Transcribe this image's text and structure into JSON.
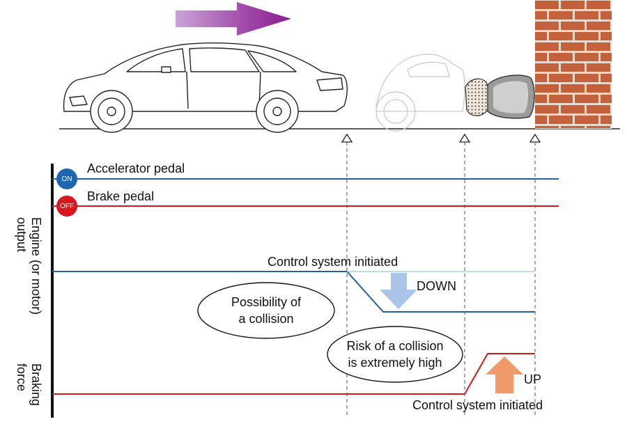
{
  "colors": {
    "accelerator_line": "#1f5fa6",
    "brake_line": "#d7161e",
    "on_badge": "#1f66b0",
    "off_badge": "#d7161e",
    "down_arrow": "#a9c4e6",
    "up_arrow": "#f09a6a",
    "motion_arrow": "#9b2f9b",
    "brick": "#c2613b",
    "mortar": "#e9dccf"
  },
  "icons": {
    "motion_arrow": "purple-right-arrow-icon",
    "car": "sedan-car-icon",
    "car_ghost": "faded-sedan-car-icon",
    "crush_zone": "crushed-bumper-icon",
    "wall": "brick-wall-icon",
    "markers": "triangle-marker-icon",
    "down_arrow": "down-arrow-icon",
    "up_arrow": "up-arrow-icon"
  },
  "labels": {
    "accelerator_pedal": "Accelerator pedal",
    "brake_pedal": "Brake pedal",
    "on_badge": "ON",
    "off_badge": "OFF",
    "engine_output_axis": "Engine (or motor) output",
    "braking_force_axis": "Braking force",
    "control_initiated_top": "Control system initiated",
    "control_initiated_bottom": "Control system initiated",
    "down": "DOWN",
    "up": "UP",
    "possibility_line1": "Possibility of",
    "possibility_line2": "a collision",
    "risk_line1": "Risk of a collision",
    "risk_line2": "is extremely high"
  }
}
